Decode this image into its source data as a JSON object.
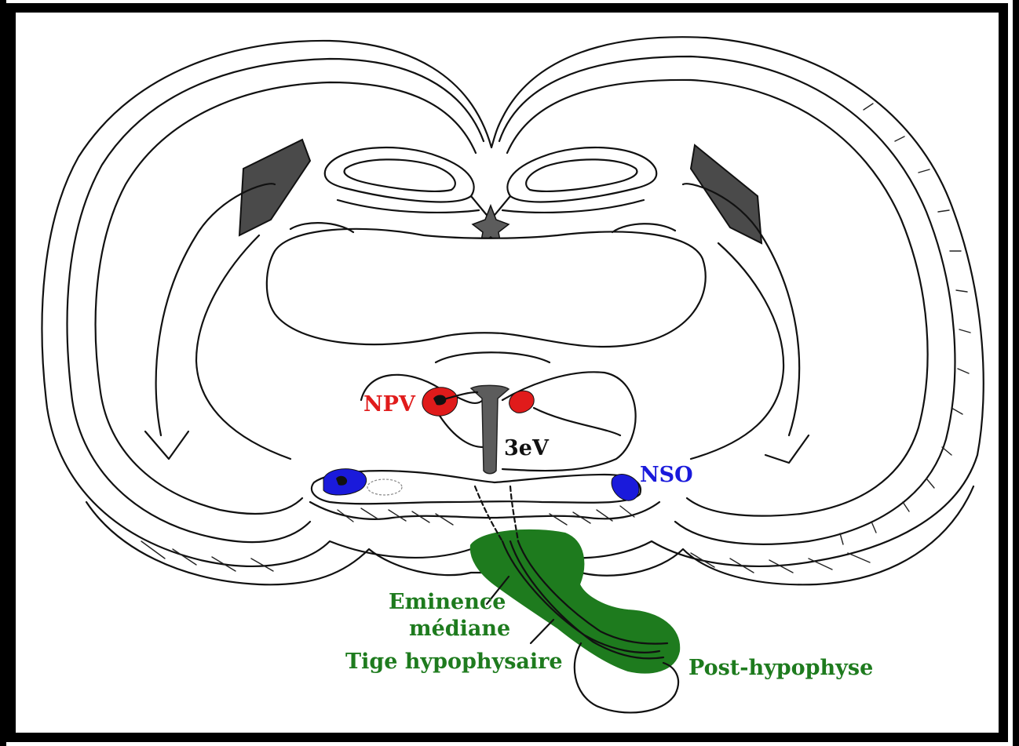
{
  "colors": {
    "frame": "#000000",
    "npv": "#e01b1b",
    "nso": "#1a1adb",
    "pituitary": "#1e7b1e",
    "ventricle": "#5c5c5c",
    "lateral_ventricle": "#4a4a4a",
    "ink": "#111111"
  },
  "labels": {
    "npv": "NPV",
    "third_ventricle": "3eV",
    "nso": "NSO",
    "median_eminence_line1": "Eminence",
    "median_eminence_line2": "médiane",
    "pituitary_stalk": "Tige hypophysaire",
    "posterior_pituitary": "Post-hypophyse"
  }
}
